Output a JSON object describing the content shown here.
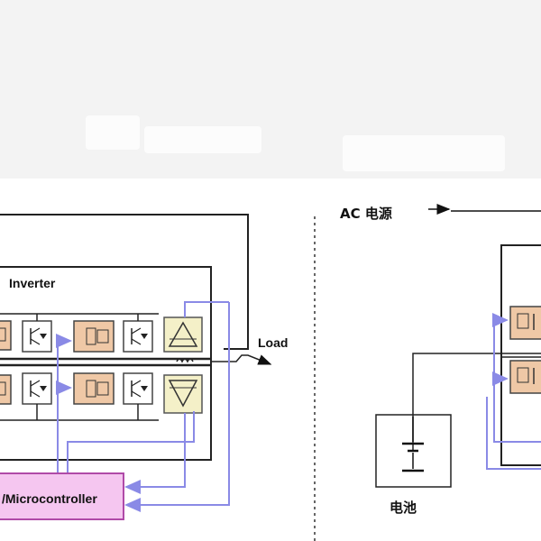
{
  "diagram": {
    "left_panel": {
      "inverter_label": "Inverter",
      "load_label": "Load",
      "controller_label": "/Microcontroller"
    },
    "right_panel": {
      "ac_source_label": "AC 电源",
      "battery_label": "电池"
    }
  },
  "colors": {
    "wire": "#222222",
    "control_wire": "#8a8ae6",
    "driver_fill": "#efc8a6",
    "filter_fill": "#f4f0c8",
    "controller_fill": "#f5c6f0",
    "controller_border": "#b04aa8"
  }
}
